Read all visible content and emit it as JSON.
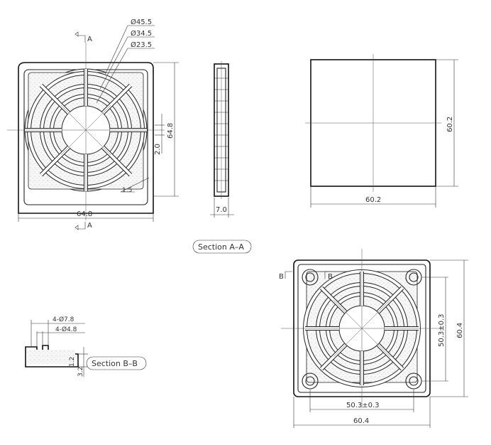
{
  "labels": {
    "dia1": "Ø45.5",
    "dia2": "Ø34.5",
    "dia3": "Ø23.5",
    "secA_top": "A",
    "secA_bottom": "A",
    "front_width": "64.8",
    "front_height": "64.8",
    "dim_2": "2.0",
    "dim_15": "1.5",
    "side_thickness": "7.0",
    "filter_width": "60.2",
    "filter_height": "60.2",
    "section_aa": "Section A–A",
    "holes_large": "4-Ø7.8",
    "holes_small": "4-Ø4.8",
    "dim_12": "1.2",
    "dim_32": "3.2",
    "section_bb": "Section B–B",
    "secB_left": "B",
    "secB_right": "B",
    "hole_spacing_h": "50.3±0.3",
    "hole_spacing_v": "50.3±0.3",
    "outer_w": "60.4",
    "outer_h": "60.4"
  }
}
